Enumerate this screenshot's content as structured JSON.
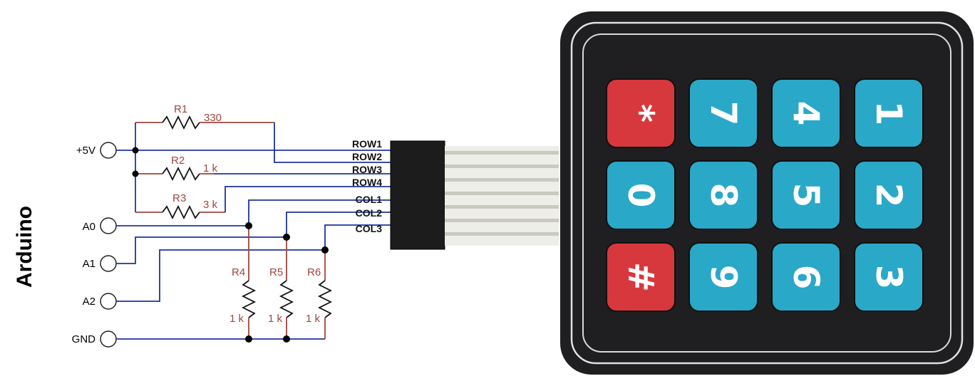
{
  "side_label": "Arduino",
  "pins": {
    "v5": "+5V",
    "a0": "A0",
    "a1": "A1",
    "a2": "A2",
    "gnd": "GND"
  },
  "resistors": {
    "r1": {
      "name": "R1",
      "value": "330"
    },
    "r2": {
      "name": "R2",
      "value": "1 k"
    },
    "r3": {
      "name": "R3",
      "value": "3 k"
    },
    "r4": {
      "name": "R4",
      "value": "1 k"
    },
    "r5": {
      "name": "R5",
      "value": "1 k"
    },
    "r6": {
      "name": "R6",
      "value": "1 k"
    }
  },
  "connector": {
    "row1": "ROW1",
    "row2": "ROW2",
    "row3": "ROW3",
    "row4": "ROW4",
    "col1": "COL1",
    "col2": "COL2",
    "col3": "COL3"
  },
  "keypad": {
    "keys": [
      {
        "label": "*",
        "color": "red"
      },
      {
        "label": "7",
        "color": "blue"
      },
      {
        "label": "4",
        "color": "blue"
      },
      {
        "label": "1",
        "color": "blue"
      },
      {
        "label": "0",
        "color": "blue"
      },
      {
        "label": "8",
        "color": "blue"
      },
      {
        "label": "5",
        "color": "blue"
      },
      {
        "label": "2",
        "color": "blue"
      },
      {
        "label": "#",
        "color": "red"
      },
      {
        "label": "9",
        "color": "blue"
      },
      {
        "label": "6",
        "color": "blue"
      },
      {
        "label": "3",
        "color": "blue"
      }
    ],
    "colors": {
      "red": "#d7383d",
      "blue": "#2aa8c8",
      "body": "#1f1f21"
    },
    "rotation_deg": 90
  },
  "colors": {
    "wire": "#1f33a0",
    "resistor_wire": "#a0463c",
    "text": "#000000"
  }
}
